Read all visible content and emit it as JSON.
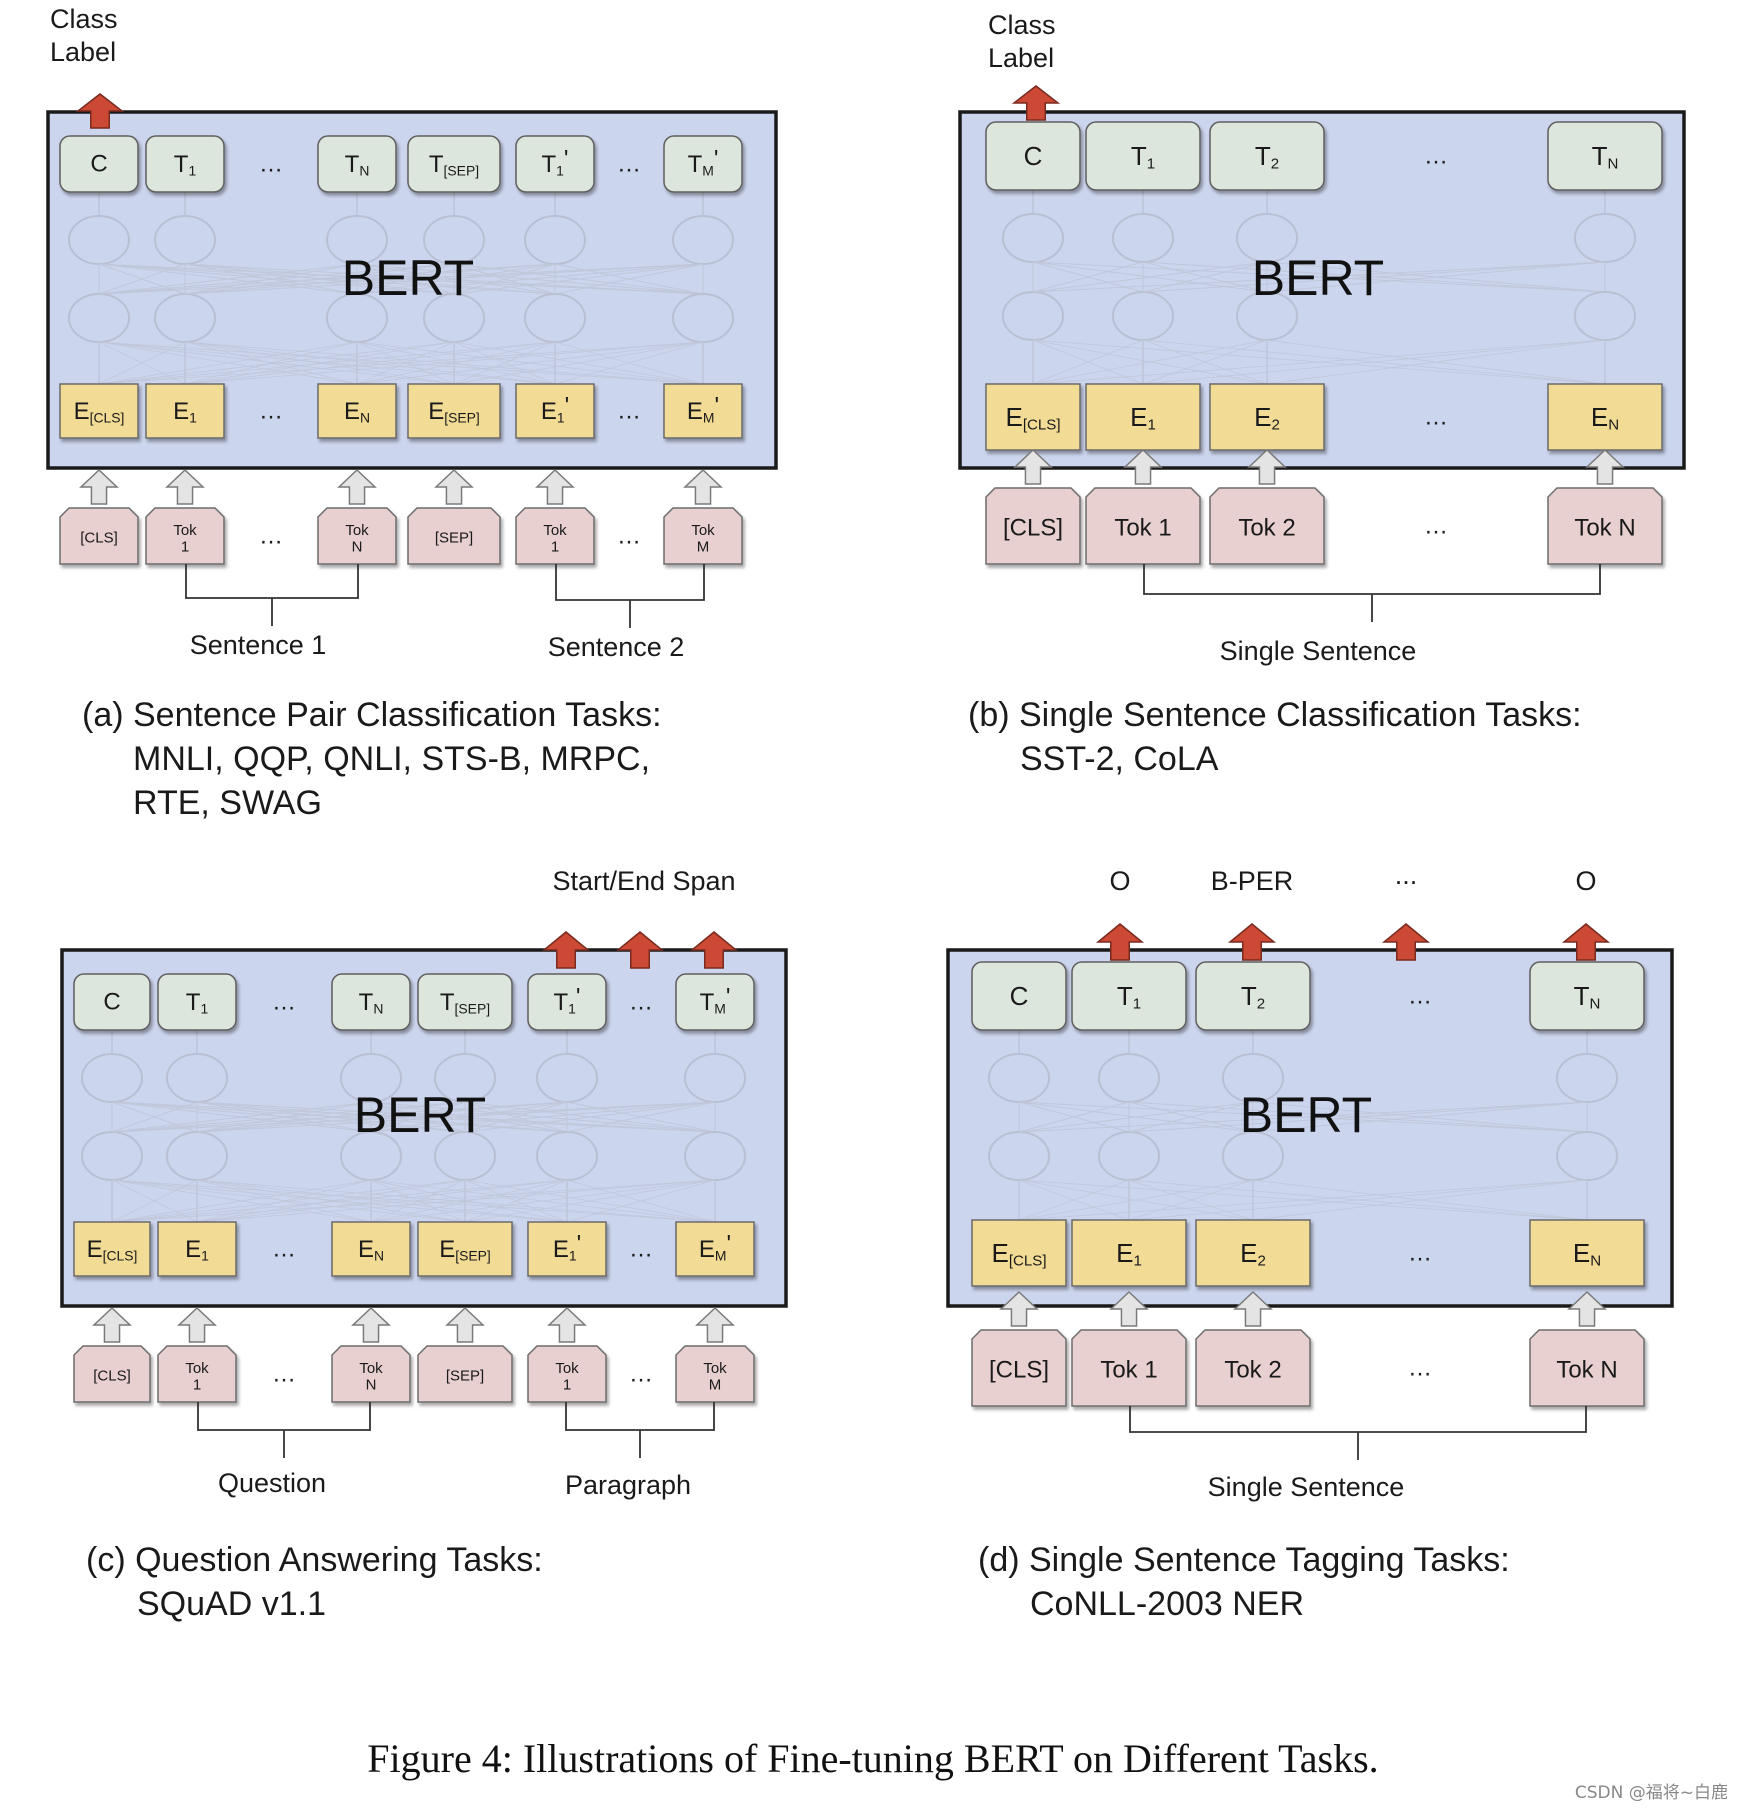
{
  "colors": {
    "bert_fill": "#ccd5ee",
    "bert_border": "#1a1a1a",
    "out_fill": "#dde6dd",
    "emb_fill": "#f2dc95",
    "tok_fill": "#e8cfd0",
    "red_arrow": "#cc4a35",
    "gray_arrow": "#e4e4e4"
  },
  "panels": [
    {
      "id": "a",
      "bert": "BERT",
      "top_label": "Class\nLabel",
      "outputs": [
        "C",
        "T_1",
        "…",
        "T_N",
        "T_[SEP]",
        "T_1'",
        "…",
        "T_M'"
      ],
      "embeddings": [
        "E_[CLS]",
        "E_1",
        "…",
        "E_N",
        "E_[SEP]",
        "E_1'",
        "…",
        "E_M'"
      ],
      "tokens": [
        "[CLS]",
        "Tok\n1",
        "…",
        "Tok\nN",
        "[SEP]",
        "Tok\n1",
        "…",
        "Tok\nM"
      ],
      "groups": [
        "Sentence 1",
        "Sentence 2"
      ],
      "caption": [
        "(a) Sentence Pair Classification Tasks:",
        "MNLI, QQP, QNLI, STS-B, MRPC,",
        "RTE, SWAG"
      ]
    },
    {
      "id": "b",
      "bert": "BERT",
      "top_label": "Class\nLabel",
      "outputs": [
        "C",
        "T_1",
        "T_2",
        "…",
        "T_N"
      ],
      "embeddings": [
        "E_[CLS]",
        "E_1",
        "E_2",
        "…",
        "E_N"
      ],
      "tokens": [
        "[CLS]",
        "Tok 1",
        "Tok 2",
        "…",
        "Tok N"
      ],
      "groups": [
        "Single Sentence"
      ],
      "caption": [
        "(b) Single Sentence Classification Tasks:",
        "SST-2, CoLA"
      ]
    },
    {
      "id": "c",
      "bert": "BERT",
      "top_label": "Start/End Span",
      "outputs": [
        "C",
        "T_1",
        "…",
        "T_N",
        "T_[SEP]",
        "T_1'",
        "…",
        "T_M'"
      ],
      "embeddings": [
        "E_[CLS]",
        "E_1",
        "…",
        "E_N",
        "E_[SEP]",
        "E_1'",
        "…",
        "E_M'"
      ],
      "tokens": [
        "[CLS]",
        "Tok\n1",
        "…",
        "Tok\nN",
        "[SEP]",
        "Tok\n1",
        "…",
        "Tok\nM"
      ],
      "groups": [
        "Question",
        "Paragraph"
      ],
      "caption": [
        "(c) Question Answering Tasks:",
        "SQuAD v1.1"
      ]
    },
    {
      "id": "d",
      "bert": "BERT",
      "tags": [
        "O",
        "B-PER",
        "...",
        "O"
      ],
      "outputs": [
        "C",
        "T_1",
        "T_2",
        "…",
        "T_N"
      ],
      "embeddings": [
        "E_[CLS]",
        "E_1",
        "E_2",
        "…",
        "E_N"
      ],
      "tokens": [
        "[CLS]",
        "Tok 1",
        "Tok 2",
        "…",
        "Tok N"
      ],
      "groups": [
        "Single Sentence"
      ],
      "caption": [
        "(d) Single Sentence Tagging Tasks:",
        "CoNLL-2003 NER"
      ]
    }
  ],
  "figure_caption": "Figure 4: Illustrations of Fine-tuning BERT on Different Tasks.",
  "watermark": "CSDN @福将~白鹿"
}
